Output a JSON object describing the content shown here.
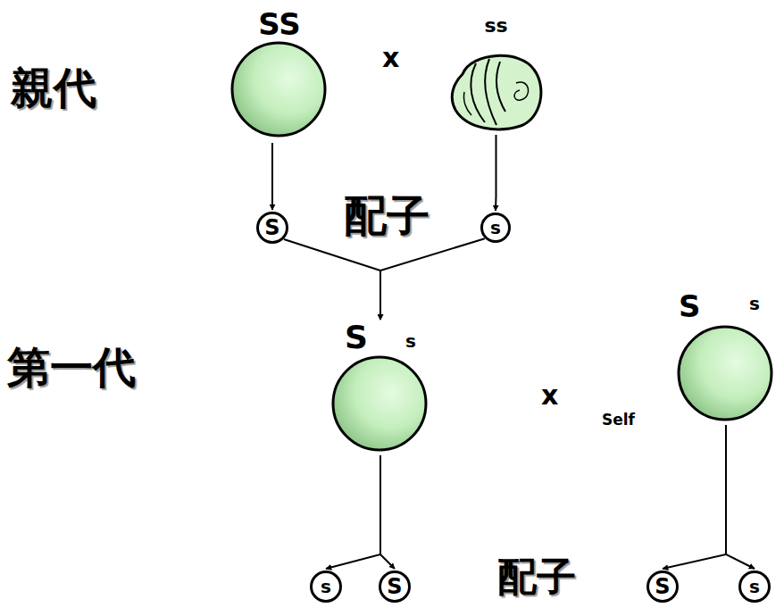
{
  "diagram": {
    "nodes": [
      {
        "text": [
          "SS"
        ]
      },
      {
        "text": [
          "ss"
        ]
      },
      {
        "text": [
          "S"
        ]
      },
      {
        "text": [
          "s"
        ]
      },
      {
        "text": [
          "S",
          "s"
        ]
      },
      {
        "text": [
          "S",
          "s"
        ]
      },
      {
        "text": [
          "s"
        ]
      },
      {
        "text": [
          "S"
        ]
      },
      {
        "text": [
          "S"
        ]
      },
      {
        "text": [
          "s"
        ]
      }
    ],
    "edges": [
      {
        "from": 0,
        "to": 2,
        "arrow": "to"
      },
      {
        "from": 1,
        "to": 3,
        "arrow": "to"
      },
      {
        "from": 2,
        "to": 4,
        "arrow": "to"
      },
      {
        "from": 3,
        "to": 4,
        "arrow": "to"
      },
      {
        "from": 4,
        "to": 6,
        "arrow": "to"
      },
      {
        "from": 4,
        "to": 7,
        "arrow": "to"
      },
      {
        "from": 5,
        "to": 8,
        "arrow": "to"
      },
      {
        "from": 5,
        "to": 9,
        "arrow": "to"
      }
    ],
    "labels": [
      "親代",
      "x",
      "配子",
      "第一代",
      "x",
      "Self",
      "配子"
    ]
  }
}
